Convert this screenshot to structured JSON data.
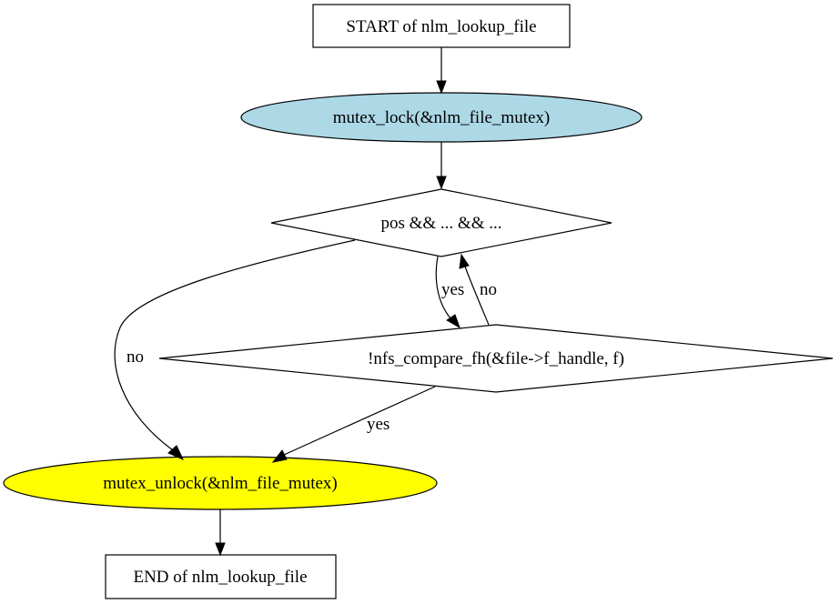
{
  "nodes": {
    "start": {
      "label": "START of nlm_lookup_file",
      "shape": "box",
      "fill": "#ffffff"
    },
    "lock": {
      "label": "mutex_lock(&nlm_file_mutex)",
      "shape": "ellipse",
      "fill": "#add8e6"
    },
    "loop_cond": {
      "label": "pos && ... && ...",
      "shape": "diamond",
      "fill": "#ffffff"
    },
    "compare": {
      "label": "!nfs_compare_fh(&file->f_handle, f)",
      "shape": "diamond",
      "fill": "#ffffff"
    },
    "unlock": {
      "label": "mutex_unlock(&nlm_file_mutex)",
      "shape": "ellipse",
      "fill": "#ffff00"
    },
    "end": {
      "label": "END of nlm_lookup_file",
      "shape": "box",
      "fill": "#ffffff"
    }
  },
  "edges": [
    {
      "from": "start",
      "to": "lock",
      "label": ""
    },
    {
      "from": "lock",
      "to": "loop_cond",
      "label": ""
    },
    {
      "from": "loop_cond",
      "to": "compare",
      "label": "yes"
    },
    {
      "from": "compare",
      "to": "loop_cond",
      "label": "no"
    },
    {
      "from": "loop_cond",
      "to": "unlock",
      "label": "no"
    },
    {
      "from": "compare",
      "to": "unlock",
      "label": "yes"
    },
    {
      "from": "unlock",
      "to": "end",
      "label": ""
    }
  ]
}
